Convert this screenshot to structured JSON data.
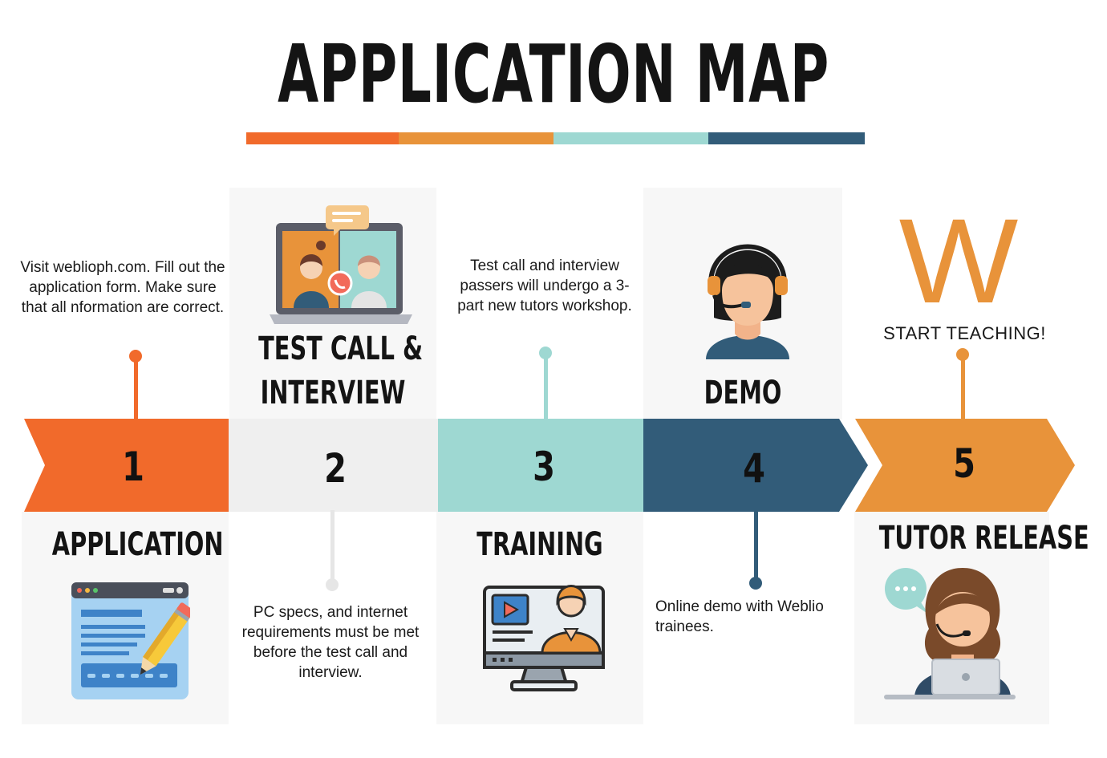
{
  "title": "APPLICATION MAP",
  "colors": {
    "orange_red": "#f16a2b",
    "orange": "#e8933a",
    "light_gray": "#efefef",
    "teal": "#9ed8d2",
    "navy": "#325c79"
  },
  "steps": [
    {
      "number": "1",
      "label": "APPLICATION",
      "description": "Visit weblioph.com. Fill out the application form. Make sure that all nformation are correct.",
      "icon": "application-form-icon"
    },
    {
      "number": "2",
      "label": "TEST CALL & INTERVIEW",
      "label_line1": "TEST CALL &",
      "label_line2": "INTERVIEW",
      "description": "PC specs, and internet requirements must be met before the test call and interview.",
      "icon": "video-call-icon"
    },
    {
      "number": "3",
      "label": "TRAINING",
      "description": "Test call and interview passers will undergo a 3-part new tutors workshop.",
      "icon": "training-monitor-icon"
    },
    {
      "number": "4",
      "label": "DEMO",
      "description": "Online demo with Weblio trainees.",
      "icon": "headset-agent-icon"
    },
    {
      "number": "5",
      "label": "TUTOR RELEASE",
      "description": "START TEACHING!",
      "logo_letter": "W",
      "icon": "tutor-laptop-icon"
    }
  ]
}
